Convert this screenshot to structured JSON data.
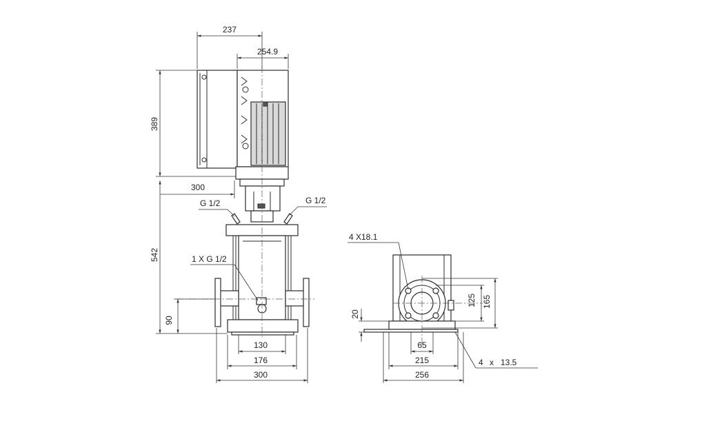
{
  "dimensions": {
    "top_width_a": "237",
    "top_width_b": "254.9",
    "motor_height": "389",
    "base_overall_width": "300",
    "pump_height": "542",
    "port_height": "90",
    "flange_inner": "130",
    "flange_mid": "176",
    "flange_outer": "300",
    "base_plate": "20",
    "flange_pcd": "125",
    "flange_od": "165",
    "side_flange_gap": "65",
    "side_base_inner": "215",
    "side_base_outer": "256"
  },
  "labels": {
    "vent_left": "G 1/2",
    "vent_right": "G 1/2",
    "drain": "1 X G 1/2",
    "flange_holes": "4 X18.1",
    "foot_holes_count": "4",
    "foot_holes_x": "x",
    "foot_holes_size": "13.5"
  }
}
